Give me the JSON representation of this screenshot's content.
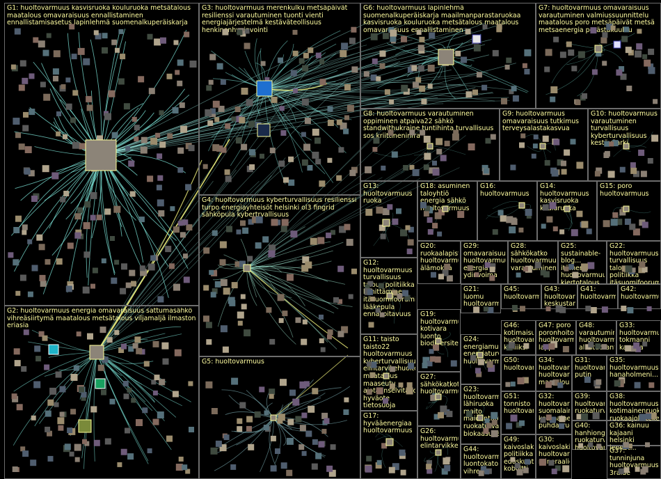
{
  "graph": {
    "title": "",
    "groups": [
      {
        "id": "G1",
        "label": "G1: huoltovarmuus kasvisruoka kouluruoka metsätalous maatalous omavaraisuus ennallistaminen ennallistamisasetus lapinlehmä suomenalkuperäiskarja"
      },
      {
        "id": "G3",
        "label": "G3: huoltovarmuus merenkulku metsäpäivät resilienssi varautuminen tuonti vienti energiajärjestelmä kestäväteollisuus henkinenhyvinvointi"
      },
      {
        "id": "G6",
        "label": "G6: huoltovarmuus lapinlehmä suomenalkuperäiskarja maailmanparastaruokaa kasvisruoka kouluruoka metsätalous maatalous omavaraisuus ennallistaminen"
      },
      {
        "id": "G7",
        "label": "G7: huoltovarmuus omavaraisuus varautuminen valmiussuunnittelu maatalous poro metsäpäivät metsä metsaenergia perästäkuuluu"
      },
      {
        "id": "G8",
        "label": "G8: huoltovarmuus varautuminen oppiminen atpaiva22 sähkö standwithukraine tuntihinta turvallisuus sos kriittineninfra"
      },
      {
        "id": "G9",
        "label": "G9: huoltovarmuus omavaraisuus tutkimus terveysalastakasvua"
      },
      {
        "id": "G10",
        "label": "G10: huoltovarmuus varautuminen turvallisuus kyberturvallisuus kestäväarki"
      },
      {
        "id": "G4",
        "label": "G4: huoltovarmuus kyberturvallisuus resilienssi turpo energiayhteisöt helsinki ol3 fingrid sähköpula kybertrvallisuus"
      },
      {
        "id": "G13",
        "label": "G13: huoltovarmuus ruoka"
      },
      {
        "id": "G18",
        "label": "G18: asuminen taloyhtiö energia sähkö huoltovarmuus"
      },
      {
        "id": "G16",
        "label": "G16: huoltovarmuus"
      },
      {
        "id": "G14",
        "label": "G14: huoltovarmuus kasvisruoka kouluruoka"
      },
      {
        "id": "G15",
        "label": "G15: poro huoltovarmuus"
      },
      {
        "id": "G20",
        "label": "G20: ruokaalapista huoltovarmuus älämokaa"
      },
      {
        "id": "G29",
        "label": "G29: omavaraisuus huoltovarmuus energia ydinvoima"
      },
      {
        "id": "G28",
        "label": "G28: sähkökatko huoltovarmuus varautuminen"
      },
      {
        "id": "G25",
        "label": "G25: sustainable-blog... itämeri huoltovarmuus kiertotalous"
      },
      {
        "id": "G22",
        "label": "G22: huoltovarmuus turvallisuus talous politiikka itäsuomifoorumi"
      },
      {
        "id": "G12",
        "label": "G12: huoltovarmuus turvallisuus talous politiikka kehittäminen itäsuomifoorumi lääkepula ennakoitavuus"
      },
      {
        "id": "G21",
        "label": "G21: luomu huoltovarmuus"
      },
      {
        "id": "G45",
        "label": "G45: huoltovarmuus"
      },
      {
        "id": "G43",
        "label": "G43: huoltovarmuus keskustanu..."
      },
      {
        "id": "G41",
        "label": "G41: huoltovarmuus"
      },
      {
        "id": "G42",
        "label": "G42: huoltovarmuus"
      },
      {
        "id": "G2",
        "label": "G2: huoltovarmuus energia omavaraisuus sattumasähkö vihreäsiirtymä maatalous metsätalous viljamaljä ilmaston eriasia"
      },
      {
        "id": "G19",
        "label": "G19: huoltovarmuus kotivara luonto biodiversiteetti"
      },
      {
        "id": "G46",
        "label": "G46: kotimaisuus huoltovarmuus kalliiksi"
      },
      {
        "id": "G47",
        "label": "G47: poro poronhoito huoltovarmuus lappi"
      },
      {
        "id": "G48",
        "label": "G48: varautuminen huoltovarmuus alkutuotanto"
      },
      {
        "id": "G33",
        "label": "G33: huoltovarmuus tokmanni kauppa"
      },
      {
        "id": "G11",
        "label": "G11: taisto taisto22 huoltovarmuus kyberturvallisuus elintarvikehuolto maatalous maaseutu aiotaanselvitävoiton hyväote tietosuoja"
      },
      {
        "id": "G24",
        "label": "G24: energiamurros energiaturval... huoltovarmuus"
      },
      {
        "id": "G34",
        "label": "G34: huoltovarmu... huoltovarmu... maatalous"
      },
      {
        "id": "G31",
        "label": "G31: huoltovarmuus putin"
      },
      {
        "id": "G35",
        "label": "G35: huoltovarmuus hanaholmeni..."
      },
      {
        "id": "G50",
        "label": "G50: huoltovarmuus"
      },
      {
        "id": "G5",
        "label": "G5: huoltovarmuus"
      },
      {
        "id": "G27",
        "label": "G27: sähkökatkot huoltovarmuus"
      },
      {
        "id": "G39",
        "label": "G39: huoltovar... ruokaturva"
      },
      {
        "id": "G38",
        "label": "G38: huoltovarmuus kotimainenruoka ruokaajokateke..."
      },
      {
        "id": "G23",
        "label": "G23: huoltovarmuus lähiruoka maito maidontuota... ruokaturva biokaasupäiv..."
      },
      {
        "id": "G51",
        "label": "G51: tonnisto huoltovarmuus"
      },
      {
        "id": "G32",
        "label": "G32: huoltovarmu... suomalaine... kotimainen... puhdasruo..."
      },
      {
        "id": "G36",
        "label": "G36: kainuu kajaani helsinki lennot..."
      },
      {
        "id": "G17",
        "label": "G17: hyvääenergiaa huoltovarmuus"
      },
      {
        "id": "G26",
        "label": "G26: huoltovarmuus elintarvikkeet"
      },
      {
        "id": "G49",
        "label": "G49: kaivoslaki politiikka eduskunta koboltti"
      },
      {
        "id": "G30",
        "label": "G30: kaivoslaki huoltovarmuus mineraalio..."
      },
      {
        "id": "G40",
        "label": "G40: hanhionge... ruokaturva huoltovarmuus"
      },
      {
        "id": "G44",
        "label": "G44: huoltovarmuus luontokato vihreät"
      },
      {
        "id": "G37",
        "label": "G37: tunninjuna huoltovarmuus 3raide"
      }
    ]
  }
}
